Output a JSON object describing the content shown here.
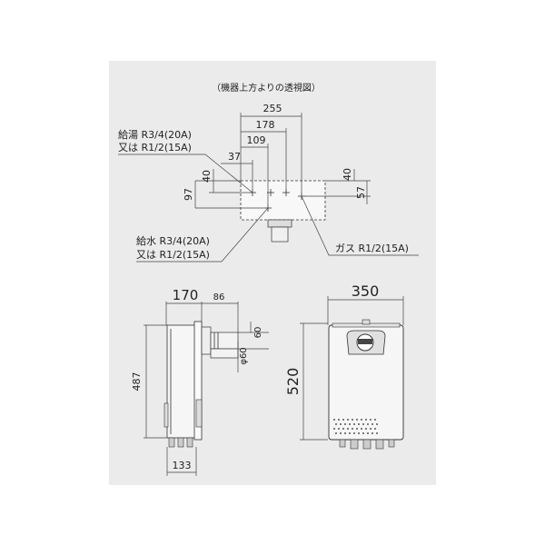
{
  "view_title": "（機器上方よりの透視図）",
  "top_view": {
    "dim_255": "255",
    "dim_178": "178",
    "dim_109": "109",
    "dim_37": "37",
    "dim_40_left": "40",
    "dim_97": "97",
    "dim_40_right": "40",
    "dim_57": "57",
    "hot_water_line1": "給湯 R3/4(20A)",
    "hot_water_line2": "又は R1/2(15A)",
    "cold_water_line1": "給水 R3/4(20A)",
    "cold_water_line2": "又は R1/2(15A)",
    "gas_label": "ガス R1/2(15A)"
  },
  "side_view": {
    "dim_170": "170",
    "dim_86": "86",
    "dim_487": "487",
    "dim_60": "60",
    "dim_phi60": "φ60",
    "dim_133": "133"
  },
  "front_view": {
    "dim_350": "350",
    "dim_520": "520"
  }
}
